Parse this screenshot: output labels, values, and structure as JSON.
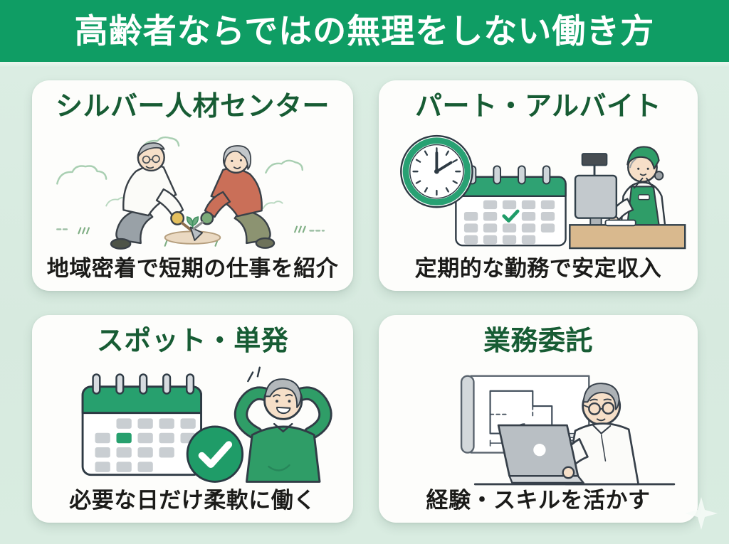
{
  "header": {
    "title": "高齢者ならではの無理をしない働き方"
  },
  "cards": [
    {
      "id": "silver-jinzai-center",
      "title": "シルバー人材センター",
      "caption": "地域密着で短期の仕事を紹介",
      "illustration": "elderly-couple-gardening"
    },
    {
      "id": "part-arbeit",
      "title": "パート・アルバイト",
      "caption": "定期的な勤務で安定収入",
      "illustration": "clock-calendar-cashier"
    },
    {
      "id": "spot-tanpatsu",
      "title": "スポット・単発",
      "caption": "必要な日だけ柔軟に働く",
      "illustration": "calendar-check-relaxed-man"
    },
    {
      "id": "gyomu-itaku",
      "title": "業務委託",
      "caption": "経験・スキルを活かす",
      "illustration": "blueprint-laptop-senior"
    }
  ],
  "palette": {
    "header_green": "#0f9d64",
    "card_title_green": "#175c34",
    "caption_black": "#1b1b19",
    "background_mint": "#d8ebdf",
    "card_white": "#fdfdfb",
    "illustration_green": "#2f9d67",
    "check_green": "#1f9c68",
    "calendar_header_green": "#27a06e",
    "counter_tan": "#d9b98e",
    "sweater_red": "#ca6f58",
    "glove_yellow": "#e4c05e"
  }
}
